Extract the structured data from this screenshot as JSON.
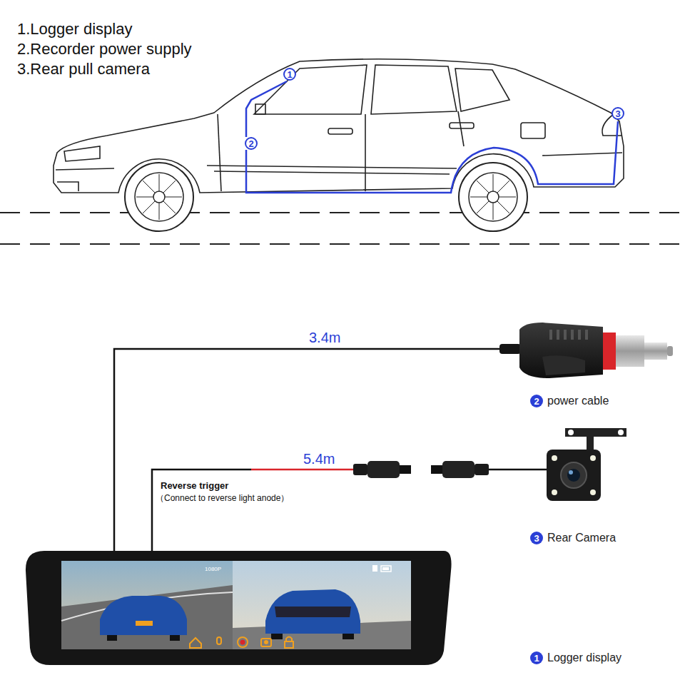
{
  "diagram": {
    "nodes": [
      {
        "text": [
          "1"
        ]
      },
      {
        "text": [
          "2"
        ]
      },
      {
        "text": [
          "3"
        ]
      },
      {
        "text": [
          "2",
          "power cable"
        ]
      },
      {
        "text": [
          "3",
          "Rear Camera"
        ]
      },
      {
        "text": [
          "1",
          "Logger display"
        ]
      }
    ],
    "labels": [
      "1.Logger display",
      "2.Recorder power supply",
      "3.Rear pull camera",
      "3.4m",
      "5.4m",
      "Reverse trigger",
      "（Connect to reverse light anode）",
      "1080P"
    ]
  }
}
